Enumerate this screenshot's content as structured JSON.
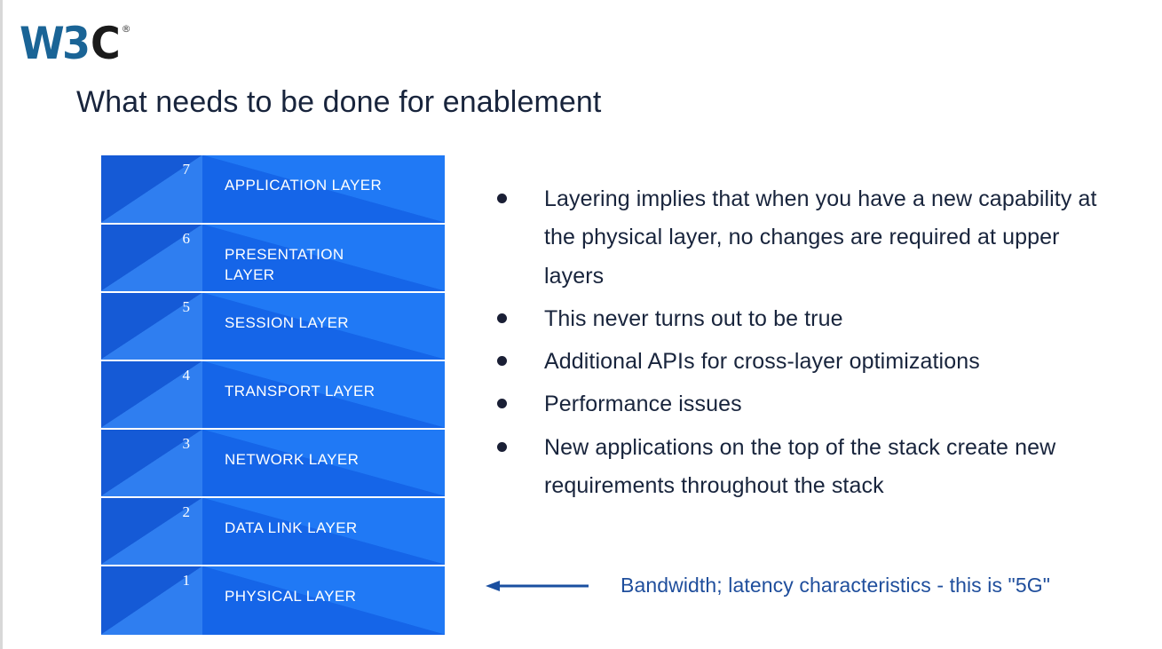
{
  "slide": {
    "title": "What needs to be done for enablement",
    "logo": {
      "part_blue": "W3",
      "part_black": "C",
      "registered": "®"
    },
    "colors": {
      "logo_blue": "#1a6496",
      "logo_black": "#1a1a1a",
      "title_text": "#18243c",
      "layer_num_bg": "#2f7ef0",
      "layer_num_shadow": "#155ad6",
      "layer_name_bg": "#1565e8",
      "layer_name_highlight": "#2079f5",
      "bullet_text": "#18243c",
      "accent_blue": "#1f4e9c",
      "arrow_blue": "#1a4fa0",
      "background": "#ffffff"
    }
  },
  "osi_stack": {
    "layers": [
      {
        "number": "7",
        "name": "APPLICATION LAYER"
      },
      {
        "number": "6",
        "name": "PRESENTATION LAYER"
      },
      {
        "number": "5",
        "name": "SESSION LAYER"
      },
      {
        "number": "4",
        "name": "TRANSPORT LAYER"
      },
      {
        "number": "3",
        "name": "NETWORK LAYER"
      },
      {
        "number": "2",
        "name": "DATA LINK LAYER"
      },
      {
        "number": "1",
        "name": "PHYSICAL LAYER"
      }
    ]
  },
  "bullets": {
    "items": [
      "Layering implies that when you have a new capability at the physical layer, no changes are required at upper layers",
      "This never turns out to be true",
      "Additional APIs for cross-layer optimizations",
      "Performance issues",
      "New applications on the top of the stack create new requirements throughout the stack"
    ]
  },
  "annotation": {
    "arrow_direction": "left",
    "caption": "Bandwidth; latency characteristics - this is \"5G\""
  }
}
